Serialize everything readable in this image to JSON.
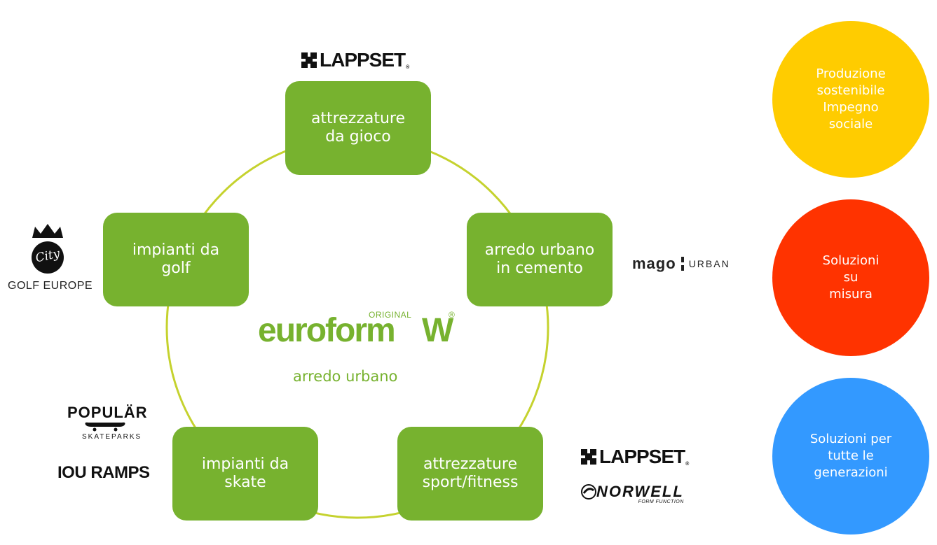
{
  "center": {
    "brand_small": "ORIGINAL",
    "brand_name": "euroform",
    "brand_mark": "W",
    "brand_reg": "®",
    "subtitle": "arredo urbano"
  },
  "nodes": [
    {
      "id": "gioco",
      "label": "attrezzature\nda gioco"
    },
    {
      "id": "cemento",
      "label": "arredo urbano\nin cemento"
    },
    {
      "id": "sport",
      "label": "attrezzature\nsport/fitness"
    },
    {
      "id": "skate",
      "label": "impianti da\nskate"
    },
    {
      "id": "golf",
      "label": "impianti da\ngolf"
    }
  ],
  "logos": {
    "lappset": "LAPPSET",
    "lappset_reg": "®",
    "mago_a": "mago",
    "mago_b": "URBAN",
    "city_emblem": "City",
    "golf_europe": "GOLF EUROPE",
    "popular": "POPULÄR",
    "skateparks": "SKATEPARKS",
    "iou_ramps": "IOU RAMPS",
    "norwell": "NORWELL",
    "norwell_sub": "FORM FUNCTION"
  },
  "values": [
    {
      "label": "Produzione\nsostenibile\nImpegno\nsociale",
      "color": "#ffcc00"
    },
    {
      "label": "Soluzioni\nsu\nmisura",
      "color": "#ff3300"
    },
    {
      "label": "Soluzioni per\ntutte le\ngenerazioni",
      "color": "#3399ff"
    }
  ],
  "colors": {
    "box": "#77b22f",
    "ring": "#c5d22e",
    "brand": "#77b22f"
  }
}
